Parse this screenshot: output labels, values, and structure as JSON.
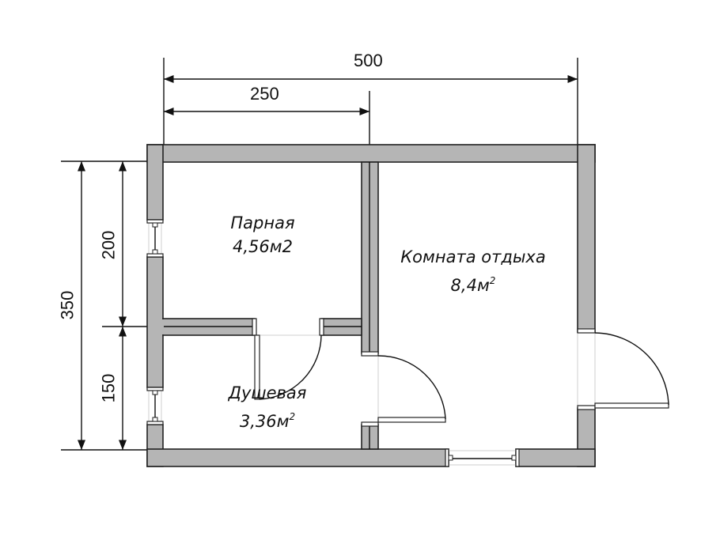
{
  "dimensions": {
    "top_total": "500",
    "top_partial": "250",
    "left_total": "350",
    "left_upper": "200",
    "left_lower": "150"
  },
  "rooms": [
    {
      "name": "Парная",
      "area": "4,56м2",
      "area_number": "4,56м",
      "area_suffix": "2",
      "superscript": false
    },
    {
      "name": "Комната отдыха",
      "area": "8,4м²",
      "area_number": "8,4м",
      "area_suffix": "2",
      "superscript": true
    },
    {
      "name": "Душевая",
      "area": "3,36м²",
      "area_number": "3,36м",
      "area_suffix": "2",
      "superscript": true
    }
  ],
  "colors": {
    "wall_fill": "#b5b5b5",
    "line": "#111111",
    "background": "#ffffff"
  }
}
